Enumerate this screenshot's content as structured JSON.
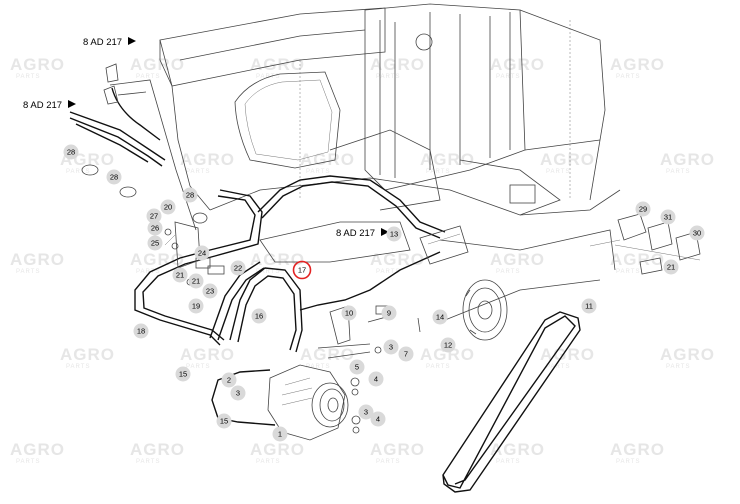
{
  "refs": {
    "ref_top": "8 AD 217",
    "ref_left": "8 AD 217",
    "ref_mid": "8 AD 217"
  },
  "watermark": {
    "main": "AGRO",
    "sub": "PARTS"
  },
  "callouts": {
    "c28a": "28",
    "c28b": "28",
    "c28c": "28",
    "c27": "27",
    "c26": "26",
    "c25": "25",
    "c20": "20",
    "c24": "24",
    "c22": "22",
    "c21a": "21",
    "c21b": "21",
    "c23": "23",
    "c19": "19",
    "c18": "18",
    "c17": "17",
    "c16": "16",
    "c15a": "15",
    "c15b": "15",
    "c2": "2",
    "c3a": "3",
    "c3b": "3",
    "c3c": "3",
    "c1": "1",
    "c4a": "4",
    "c4b": "4",
    "c5": "5",
    "c7": "7",
    "c9": "9",
    "c10": "10",
    "c14": "14",
    "c12": "12",
    "c11": "11",
    "c13": "13",
    "c29": "29",
    "c31": "31",
    "c30": "30",
    "c21c": "21"
  },
  "colors": {
    "highlight": "#e32222",
    "bubble": "#d9d9d9"
  }
}
